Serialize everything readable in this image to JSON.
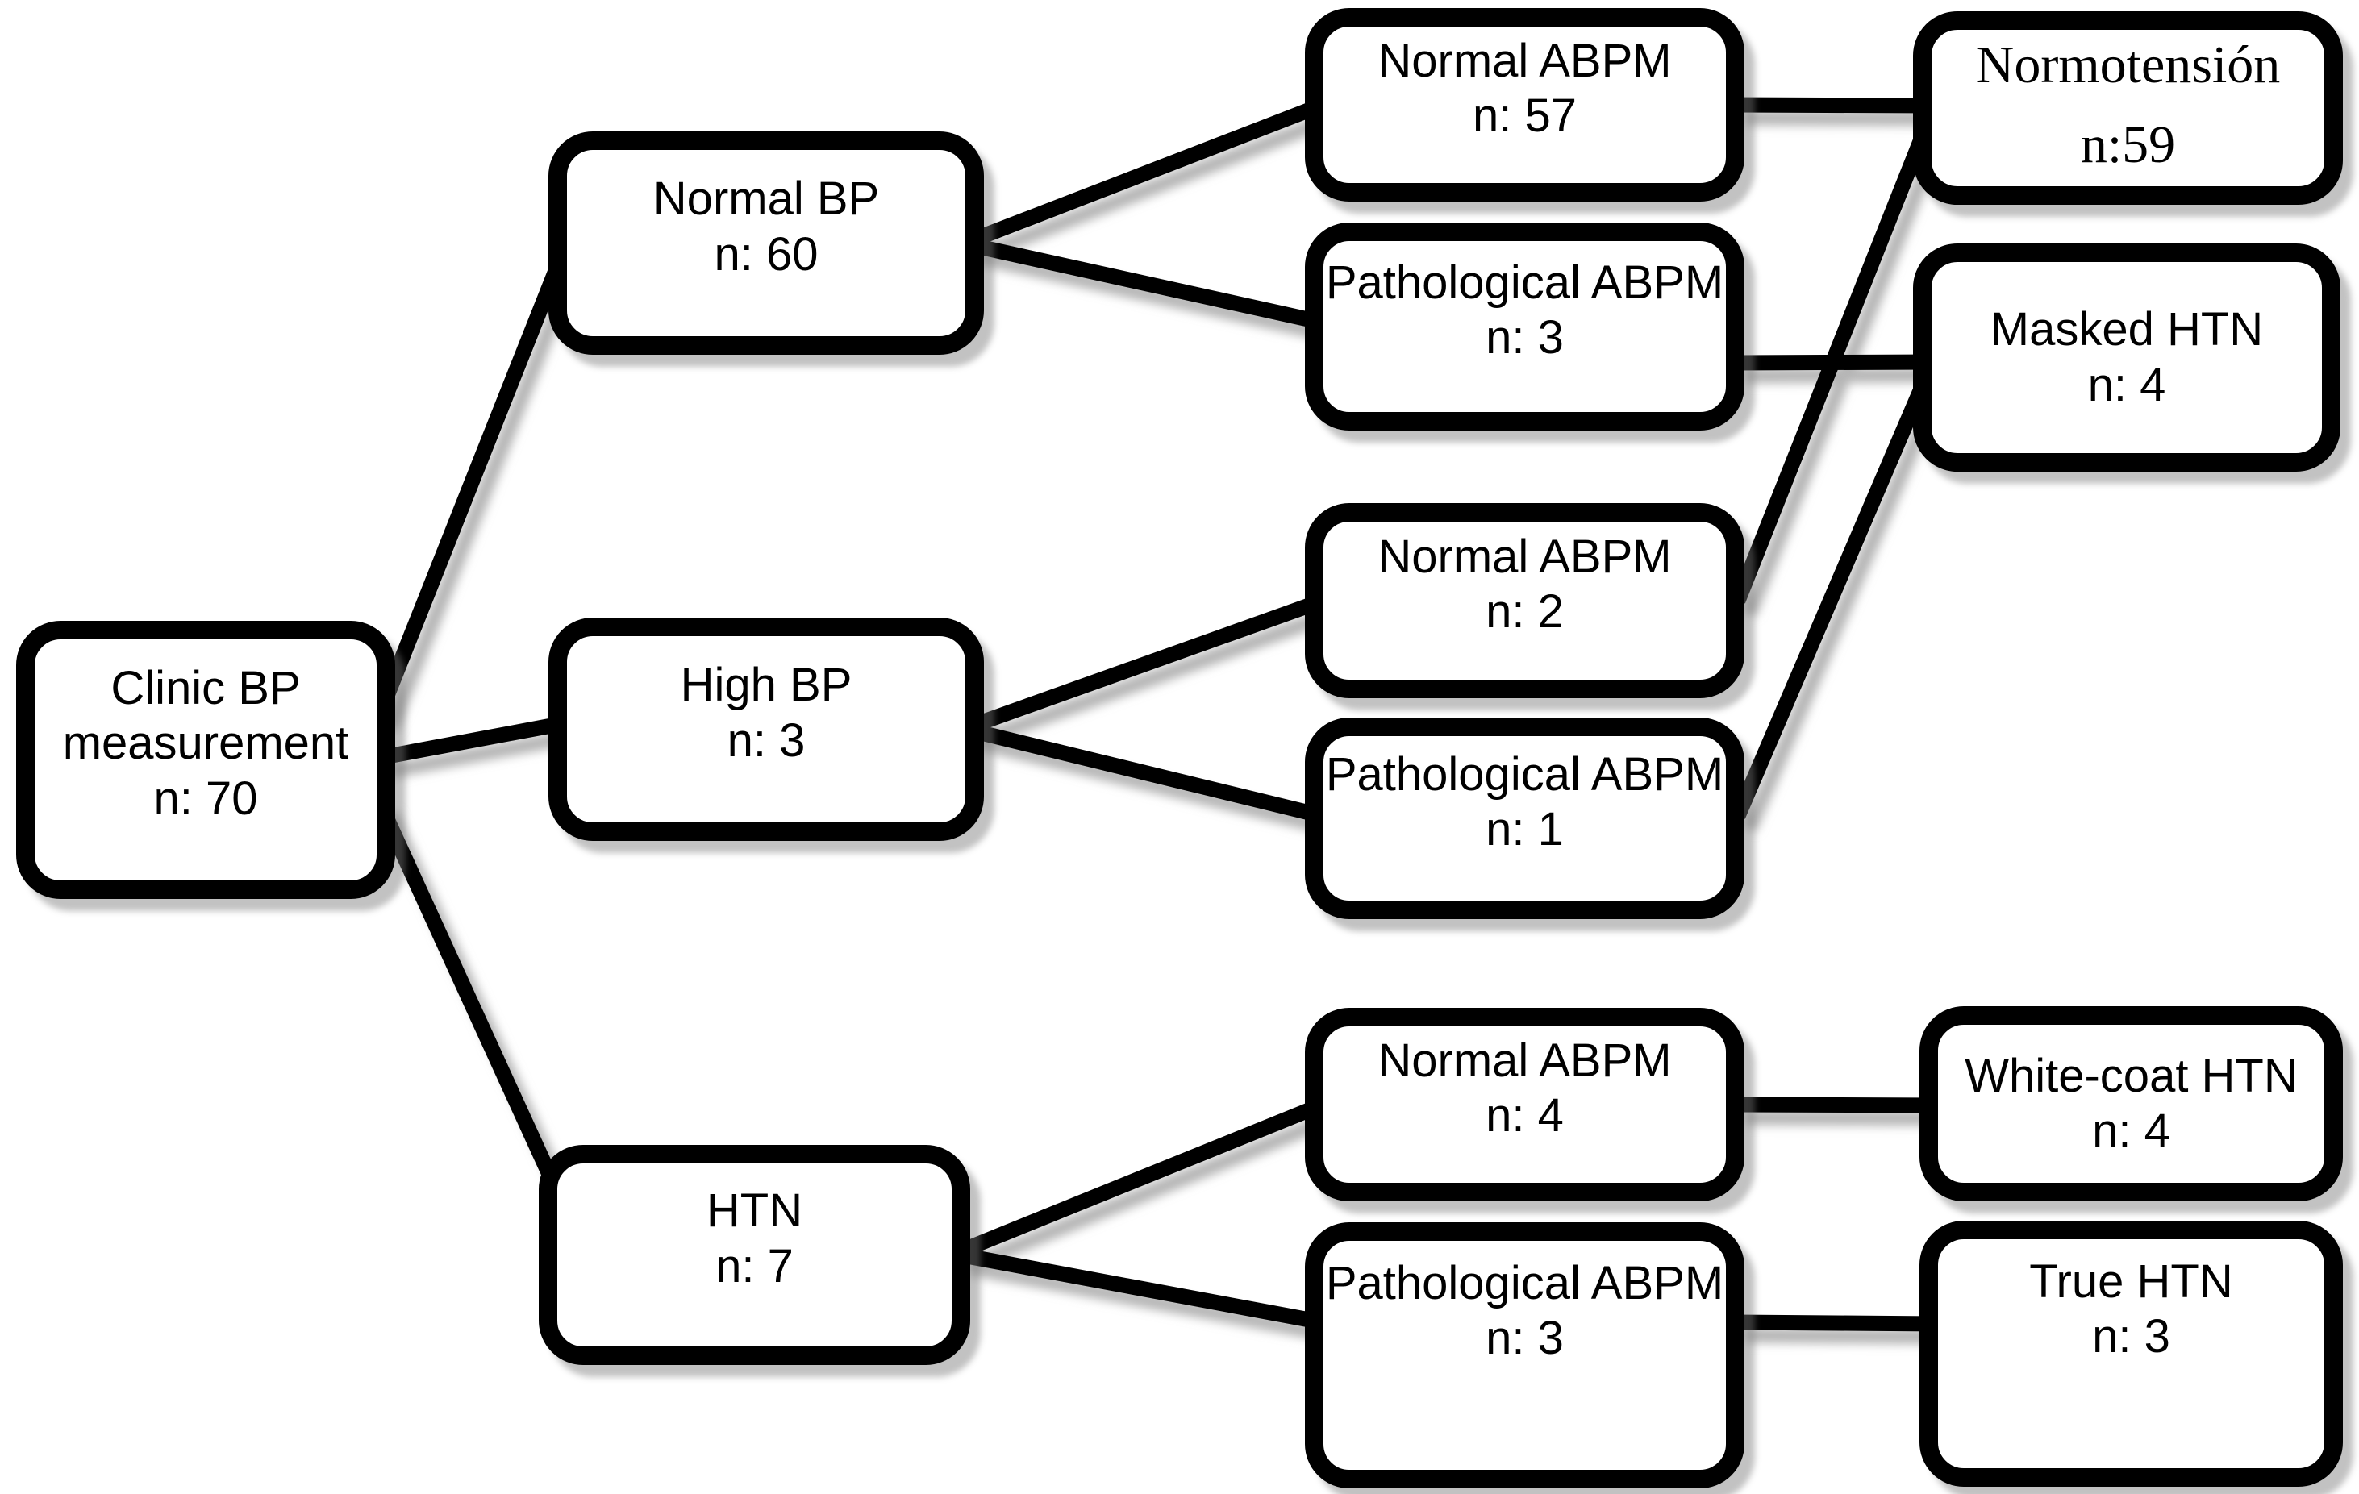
{
  "figure": {
    "type": "flowchart",
    "background_color": "#ffffff",
    "line_color": "#000000",
    "shadow_color": "#9a9a9a"
  },
  "nodes": {
    "clinic": {
      "line1": "Clinic BP",
      "line2": "measurement",
      "count": "n: 70"
    },
    "normal_bp": {
      "label": "Normal BP",
      "count": "n: 60"
    },
    "high_bp": {
      "label": "High BP",
      "count": "n: 3"
    },
    "htn": {
      "label": "HTN",
      "count": "n: 7"
    },
    "normal_abpm_a": {
      "label": "Normal ABPM",
      "count": "n: 57"
    },
    "path_abpm_a": {
      "label": "Pathological ABPM",
      "count": "n: 3"
    },
    "normal_abpm_b": {
      "label": "Normal ABPM",
      "count": "n: 2"
    },
    "path_abpm_b": {
      "label": "Pathological ABPM",
      "count": "n: 1"
    },
    "normal_abpm_c": {
      "label": "Normal ABPM",
      "count": "n: 4"
    },
    "path_abpm_c": {
      "label": "Pathological ABPM",
      "count": "n: 3"
    },
    "normotension": {
      "label": "Normotensión",
      "count": "n:59"
    },
    "masked_htn": {
      "label": "Masked HTN",
      "count": "n: 4"
    },
    "white_coat_htn": {
      "label": "White-coat HTN",
      "count": "n: 4"
    },
    "true_htn": {
      "label": "True HTN",
      "count": "n: 3"
    }
  },
  "edges": [
    {
      "from": "clinic",
      "to": "normal_bp"
    },
    {
      "from": "clinic",
      "to": "high_bp"
    },
    {
      "from": "clinic",
      "to": "htn"
    },
    {
      "from": "normal_bp",
      "to": "normal_abpm_a"
    },
    {
      "from": "normal_bp",
      "to": "path_abpm_a"
    },
    {
      "from": "high_bp",
      "to": "normal_abpm_b"
    },
    {
      "from": "high_bp",
      "to": "path_abpm_b"
    },
    {
      "from": "htn",
      "to": "normal_abpm_c"
    },
    {
      "from": "htn",
      "to": "path_abpm_c"
    },
    {
      "from": "normal_abpm_a",
      "to": "normotension"
    },
    {
      "from": "path_abpm_a",
      "to": "masked_htn"
    },
    {
      "from": "normal_abpm_b",
      "to": "normotension"
    },
    {
      "from": "path_abpm_b",
      "to": "masked_htn"
    },
    {
      "from": "normal_abpm_c",
      "to": "white_coat_htn"
    },
    {
      "from": "path_abpm_c",
      "to": "true_htn"
    }
  ]
}
